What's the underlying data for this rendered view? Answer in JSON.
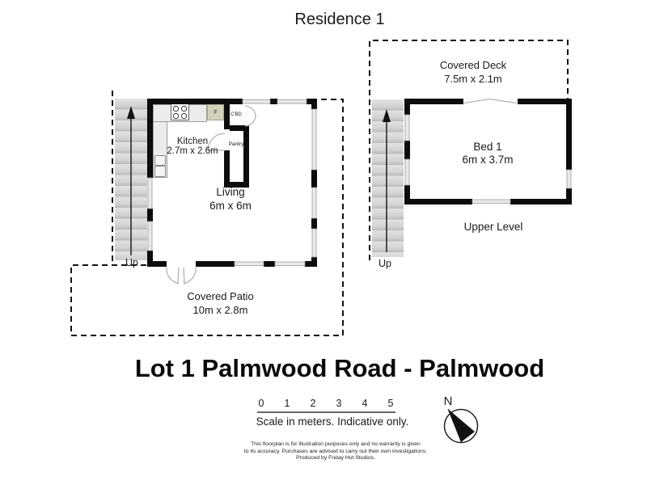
{
  "header": {
    "residence_title": "Residence 1"
  },
  "ground_floor": {
    "rooms": {
      "kitchen": {
        "name": "Kitchen",
        "dimensions": "2.7m x 2.6m"
      },
      "living": {
        "name": "Living",
        "dimensions": "6m x 6m"
      },
      "covered_patio": {
        "name": "Covered Patio",
        "dimensions": "10m x 2.8m"
      }
    },
    "labels": {
      "fridge": "F",
      "cupboard": "C'BD",
      "pantry": "Pantry",
      "stairs": "Up"
    }
  },
  "upper_floor": {
    "rooms": {
      "covered_deck": {
        "name": "Covered Deck",
        "dimensions": "7.5m x 2.1m"
      },
      "bed1": {
        "name": "Bed 1",
        "dimensions": "6m x 3.7m"
      }
    },
    "labels": {
      "level": "Upper Level",
      "stairs": "Up"
    }
  },
  "footer": {
    "address_title": "Lot 1 Palmwood Road - Palmwood",
    "scale_bar": {
      "ticks": [
        "0",
        "1",
        "2",
        "3",
        "4",
        "5"
      ],
      "caption": "Scale in meters. Indicative only."
    },
    "compass": {
      "north_label": "N"
    },
    "disclaimer": {
      "line1": "This floorplan is for illustration purposes only and no warranty is given",
      "line2": "to its accuracy. Purchases are advised to carry out their own investigations.",
      "line3": "Produced by Friday Hut Studios."
    }
  },
  "colors": {
    "wall": "#0d0d0d",
    "window_fill": "#e9e9e9",
    "stairs_fill": "#d2d2d2",
    "counter_fill": "#ececec",
    "fridge_fill": "#d3d0bc"
  }
}
